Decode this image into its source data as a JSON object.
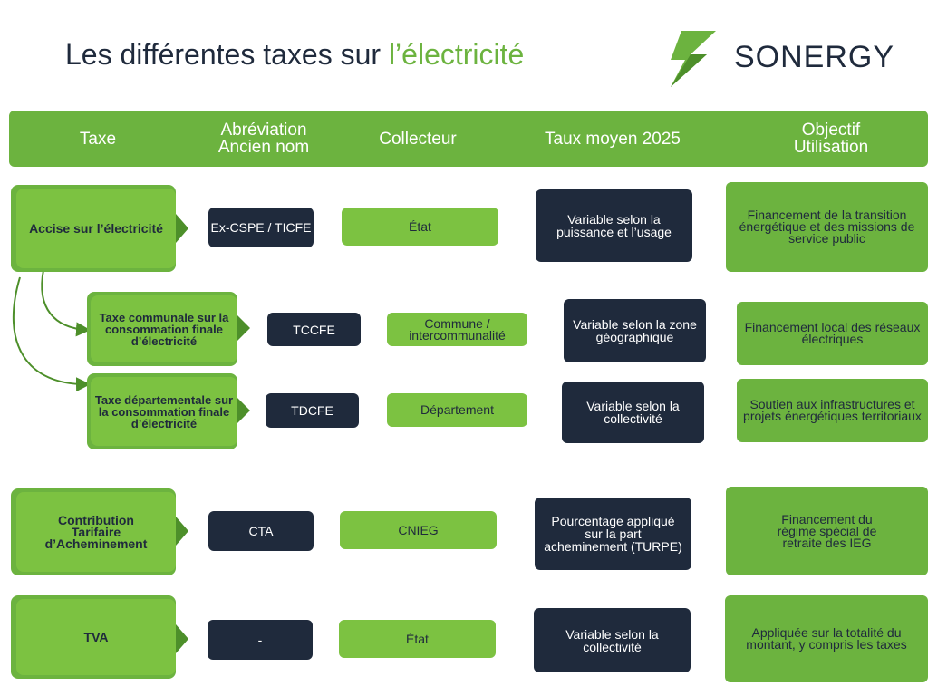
{
  "title": {
    "main": "Les différentes taxes sur ",
    "accent": "l’électricité"
  },
  "brand": {
    "name": "SONERGY"
  },
  "colors": {
    "green": "#6cb33f",
    "green_light": "#7cc241",
    "dark": "#1f2a3c",
    "white": "#ffffff"
  },
  "headers": {
    "taxe": "Taxe",
    "abbr_1": "Abréviation",
    "abbr_2": "Ancien nom",
    "collecteur": "Collecteur",
    "taux": "Taux moyen 2025",
    "obj_1": "Objectif",
    "obj_2": "Utilisation"
  },
  "rows": [
    {
      "name": "Accise sur l’électricité",
      "abbr": "Ex-CSPE / TICFE",
      "collecteur": "État",
      "taux": "Variable selon la puissance et l’usage",
      "objectif": "Financement de la transition énergétique et des missions de service public"
    },
    {
      "name": "Taxe communale sur la consommation finale d’électricité",
      "abbr": "TCCFE",
      "collecteur": "Commune / intercommunalité",
      "taux": "Variable selon la zone géographique",
      "objectif": "Financement local des réseaux électriques"
    },
    {
      "name": "Taxe départementale sur la consommation finale d’électricité",
      "abbr": "TDCFE",
      "collecteur": "Département",
      "taux": "Variable selon la collectivité",
      "objectif": "Soutien aux infrastructures et projets énergétiques territoriaux"
    },
    {
      "name": "Contribution Tarifaire d’Acheminement",
      "abbr": "CTA",
      "collecteur": "CNIEG",
      "taux": "Pourcentage appliqué sur la part acheminement (TURPE)",
      "objectif": "Financement du régime spécial de retraite des IEG"
    },
    {
      "name": "TVA",
      "abbr": "-",
      "collecteur": "État",
      "taux": "Variable selon la collectivité",
      "objectif": "Appliquée sur la totalité du montant, y compris les taxes"
    }
  ]
}
